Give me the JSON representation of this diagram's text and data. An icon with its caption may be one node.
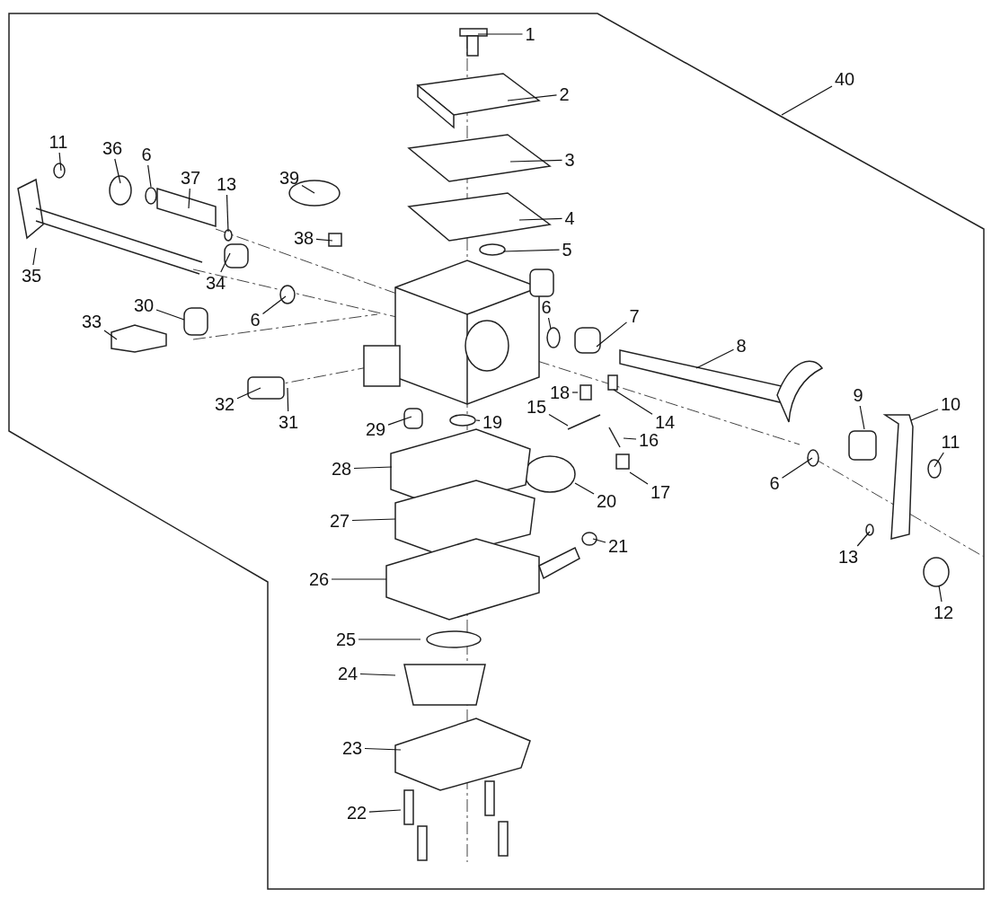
{
  "diagram": {
    "nodes": [
      {
        "text": [
          "1"
        ]
      },
      {
        "text": [
          "2"
        ]
      },
      {
        "text": [
          "3"
        ]
      },
      {
        "text": [
          "4"
        ]
      },
      {
        "text": [
          "5"
        ]
      },
      {
        "text": [
          "6"
        ]
      },
      {
        "text": [
          "6"
        ]
      },
      {
        "text": [
          "6"
        ]
      },
      {
        "text": [
          "6"
        ]
      },
      {
        "text": [
          "7"
        ]
      },
      {
        "text": [
          "8"
        ]
      },
      {
        "text": [
          "9"
        ]
      },
      {
        "text": [
          "10"
        ]
      },
      {
        "text": [
          "11"
        ]
      },
      {
        "text": [
          "11"
        ]
      },
      {
        "text": [
          "12"
        ]
      },
      {
        "text": [
          "13"
        ]
      },
      {
        "text": [
          "13"
        ]
      },
      {
        "text": [
          "14"
        ]
      },
      {
        "text": [
          "15"
        ]
      },
      {
        "text": [
          "16"
        ]
      },
      {
        "text": [
          "17"
        ]
      },
      {
        "text": [
          "18"
        ]
      },
      {
        "text": [
          "19"
        ]
      },
      {
        "text": [
          "20"
        ]
      },
      {
        "text": [
          "21"
        ]
      },
      {
        "text": [
          "22"
        ]
      },
      {
        "text": [
          "23"
        ]
      },
      {
        "text": [
          "24"
        ]
      },
      {
        "text": [
          "25"
        ]
      },
      {
        "text": [
          "26"
        ]
      },
      {
        "text": [
          "27"
        ]
      },
      {
        "text": [
          "28"
        ]
      },
      {
        "text": [
          "29"
        ]
      },
      {
        "text": [
          "30"
        ]
      },
      {
        "text": [
          "31"
        ]
      },
      {
        "text": [
          "32"
        ]
      },
      {
        "text": [
          "33"
        ]
      },
      {
        "text": [
          "34"
        ]
      },
      {
        "text": [
          "35"
        ]
      },
      {
        "text": [
          "36"
        ]
      },
      {
        "text": [
          "37"
        ]
      },
      {
        "text": [
          "38"
        ]
      },
      {
        "text": [
          "39"
        ]
      },
      {
        "text": [
          "40"
        ]
      }
    ],
    "edges": [
      {
        "from": 0,
        "to": null,
        "arrow": "none"
      },
      {
        "from": 1,
        "to": null,
        "arrow": "none"
      },
      {
        "from": 2,
        "to": null,
        "arrow": "none"
      },
      {
        "from": 3,
        "to": null,
        "arrow": "none"
      },
      {
        "from": 4,
        "to": null,
        "arrow": "none"
      },
      {
        "from": 5,
        "to": null,
        "arrow": "none"
      },
      {
        "from": 6,
        "to": null,
        "arrow": "none"
      },
      {
        "from": 7,
        "to": null,
        "arrow": "none"
      },
      {
        "from": 8,
        "to": null,
        "arrow": "none"
      },
      {
        "from": 9,
        "to": null,
        "arrow": "none"
      },
      {
        "from": 10,
        "to": null,
        "arrow": "none"
      },
      {
        "from": 11,
        "to": null,
        "arrow": "none"
      },
      {
        "from": 12,
        "to": null,
        "arrow": "none"
      },
      {
        "from": 13,
        "to": null,
        "arrow": "none"
      },
      {
        "from": 14,
        "to": null,
        "arrow": "none"
      },
      {
        "from": 15,
        "to": null,
        "arrow": "none"
      },
      {
        "from": 16,
        "to": null,
        "arrow": "none"
      },
      {
        "from": 17,
        "to": null,
        "arrow": "none"
      },
      {
        "from": 18,
        "to": null,
        "arrow": "none"
      },
      {
        "from": 19,
        "to": null,
        "arrow": "none"
      },
      {
        "from": 20,
        "to": null,
        "arrow": "none"
      },
      {
        "from": 21,
        "to": null,
        "arrow": "none"
      },
      {
        "from": 22,
        "to": null,
        "arrow": "none"
      },
      {
        "from": 23,
        "to": null,
        "arrow": "none"
      },
      {
        "from": 24,
        "to": null,
        "arrow": "none"
      },
      {
        "from": 25,
        "to": null,
        "arrow": "none"
      },
      {
        "from": 26,
        "to": null,
        "arrow": "none"
      },
      {
        "from": 27,
        "to": null,
        "arrow": "none"
      },
      {
        "from": 28,
        "to": null,
        "arrow": "none"
      },
      {
        "from": 29,
        "to": null,
        "arrow": "none"
      },
      {
        "from": 30,
        "to": null,
        "arrow": "none"
      },
      {
        "from": 31,
        "to": null,
        "arrow": "none"
      },
      {
        "from": 32,
        "to": null,
        "arrow": "none"
      },
      {
        "from": 33,
        "to": null,
        "arrow": "none"
      },
      {
        "from": 34,
        "to": null,
        "arrow": "none"
      },
      {
        "from": 35,
        "to": null,
        "arrow": "none"
      },
      {
        "from": 36,
        "to": null,
        "arrow": "none"
      },
      {
        "from": 37,
        "to": null,
        "arrow": "none"
      },
      {
        "from": 38,
        "to": null,
        "arrow": "none"
      },
      {
        "from": 39,
        "to": null,
        "arrow": "none"
      },
      {
        "from": 40,
        "to": null,
        "arrow": "none"
      },
      {
        "from": 41,
        "to": null,
        "arrow": "none"
      },
      {
        "from": 42,
        "to": null,
        "arrow": "none"
      },
      {
        "from": 43,
        "to": null,
        "arrow": "none"
      },
      {
        "from": 44,
        "to": null,
        "arrow": "none"
      }
    ]
  }
}
